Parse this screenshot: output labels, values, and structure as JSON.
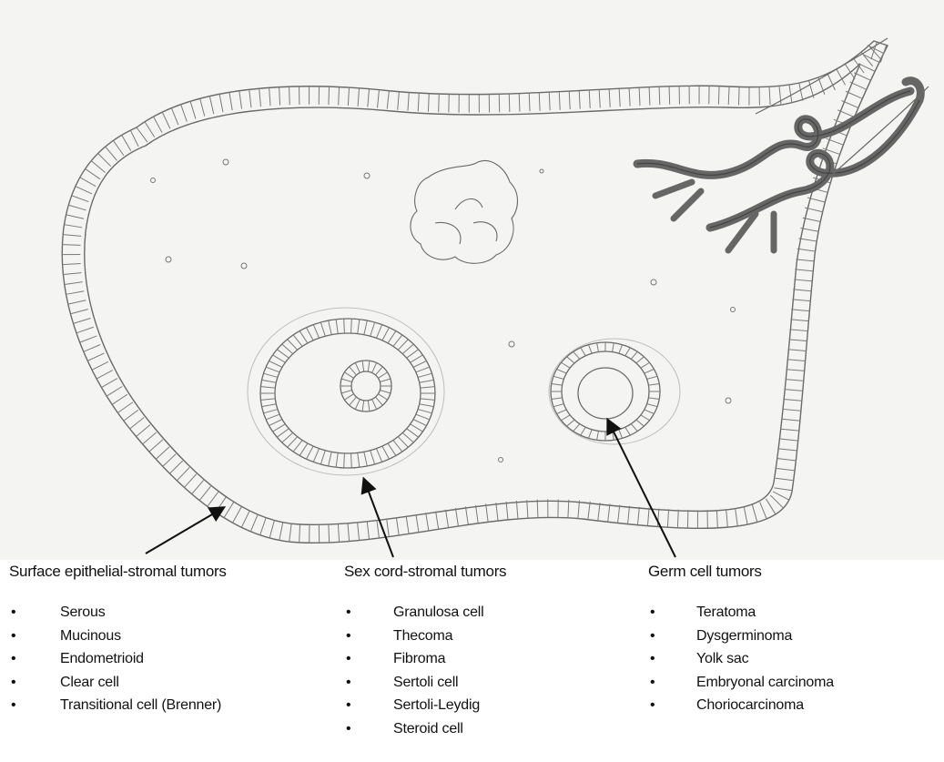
{
  "columns": [
    {
      "title": "Surface epithelial-stromal tumors",
      "items": [
        "Serous",
        "Mucinous",
        "Endometrioid",
        "Clear cell",
        "Transitional cell (Brenner)"
      ]
    },
    {
      "title": "Sex cord-stromal tumors",
      "items": [
        "Granulosa cell",
        "Thecoma",
        "Fibroma",
        "Sertoli cell",
        "Sertoli-Leydig",
        "Steroid cell"
      ]
    },
    {
      "title": "Germ cell tumors",
      "items": [
        "Teratoma",
        "Dysgerminoma",
        "Yolk sac",
        "Embryonal carcinoma",
        "Choriocarcinoma"
      ]
    }
  ],
  "colors": {
    "sketch_line": "#6a6a6a",
    "vessel_fill": "#6f6f6f",
    "paper": "#f4f4f2"
  }
}
